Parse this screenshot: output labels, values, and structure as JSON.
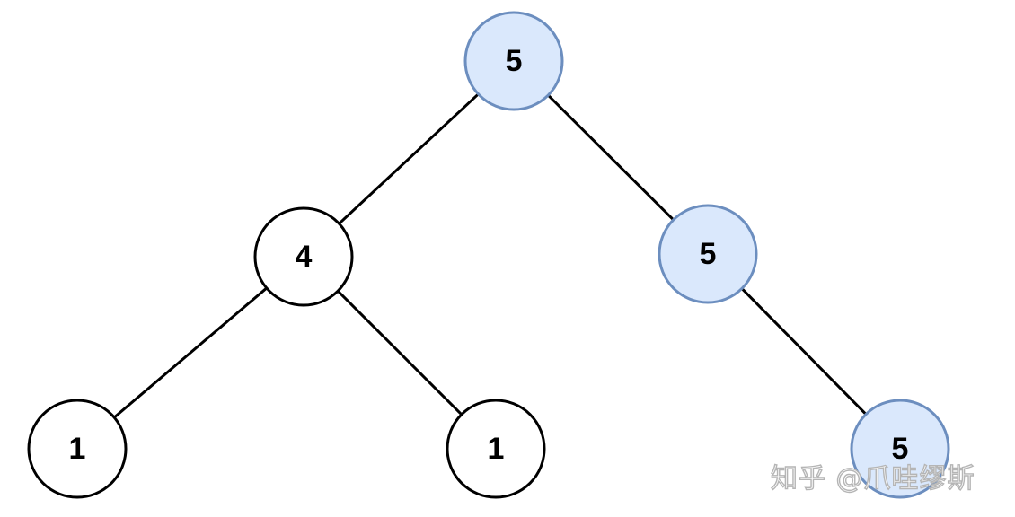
{
  "diagram": {
    "colors": {
      "highlight_fill": "#dae8fc",
      "highlight_stroke": "#6c8ebf",
      "normal_fill": "#ffffff",
      "normal_stroke": "#000000",
      "edge": "#000000"
    },
    "nodes": [
      {
        "id": "root",
        "label": "5",
        "highlighted": true
      },
      {
        "id": "left",
        "label": "4",
        "highlighted": false
      },
      {
        "id": "right",
        "label": "5",
        "highlighted": true
      },
      {
        "id": "left-left",
        "label": "1",
        "highlighted": false
      },
      {
        "id": "left-right",
        "label": "1",
        "highlighted": false
      },
      {
        "id": "right-right",
        "label": "5",
        "highlighted": true
      }
    ],
    "edges": [
      {
        "from": "root",
        "to": "left"
      },
      {
        "from": "root",
        "to": "right"
      },
      {
        "from": "left",
        "to": "left-left"
      },
      {
        "from": "left",
        "to": "left-right"
      },
      {
        "from": "right",
        "to": "right-right"
      }
    ]
  },
  "watermark": {
    "text": "知乎 @爪哇缪斯"
  }
}
